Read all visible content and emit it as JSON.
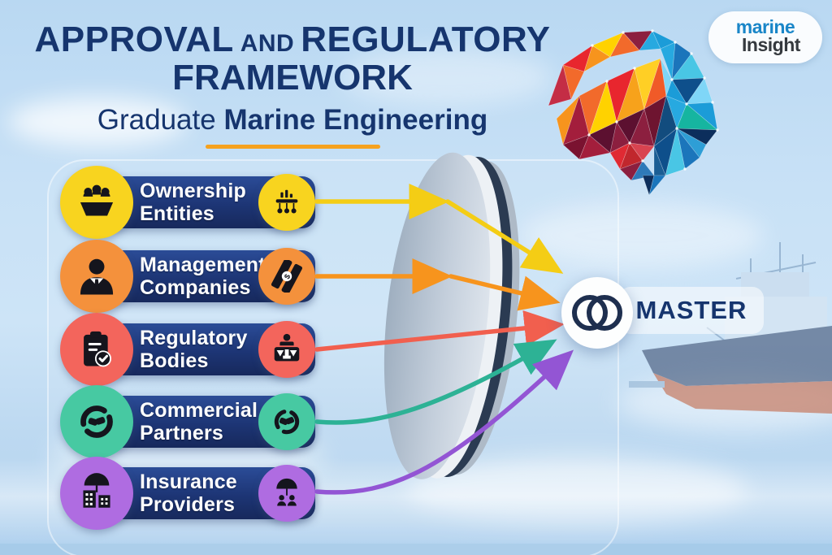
{
  "title": {
    "line1_word1": "APPROVAL",
    "line1_connector": "AND",
    "line1_word2": "REGULATORY",
    "line2": "FRAMEWORK",
    "subtitle_prefix": "Graduate",
    "subtitle_emphasis": "Marine Engineering"
  },
  "logo": {
    "word1": "marine",
    "word2": "Insight"
  },
  "master": {
    "label": "MASTER",
    "icon": "interlocking-rings-icon"
  },
  "rows": [
    {
      "label_line1": "Ownership",
      "label_line2": "Entities",
      "circle_color": "#F8D41F",
      "arrow_color": "#F4CD15",
      "left_icon": "stakeholders-vessel-icon",
      "right_icon": "org-hierarchy-icon"
    },
    {
      "label_line1": "Management",
      "label_line2": "Companies",
      "circle_color": "#F4913C",
      "arrow_color": "#F7941D",
      "left_icon": "manager-person-icon",
      "right_icon": "banknotes-icon"
    },
    {
      "label_line1": "Regulatory",
      "label_line2": "Bodies",
      "circle_color": "#F3655C",
      "arrow_color": "#F15F4E",
      "left_icon": "clipboard-check-icon",
      "right_icon": "official-podium-icon"
    },
    {
      "label_line1": "Commercial",
      "label_line2": "Partners",
      "circle_color": "#47C9A2",
      "arrow_color": "#2DB295",
      "left_icon": "handshake-cycle-icon",
      "right_icon": "handshake-deal-icon"
    },
    {
      "label_line1": "Insurance",
      "label_line2": "Providers",
      "circle_color": "#AF6CE1",
      "arrow_color": "#9355D4",
      "left_icon": "insured-buildings-icon",
      "right_icon": "umbrella-people-icon"
    }
  ],
  "colors": {
    "title_navy": "#16356E",
    "pill_navy": "#1D3575",
    "underline_orange": "#F6A21E",
    "ring_navy": "#1E2F4F",
    "sky_top": "#B9D8F2",
    "sky_bottom": "#B2D2EE"
  }
}
